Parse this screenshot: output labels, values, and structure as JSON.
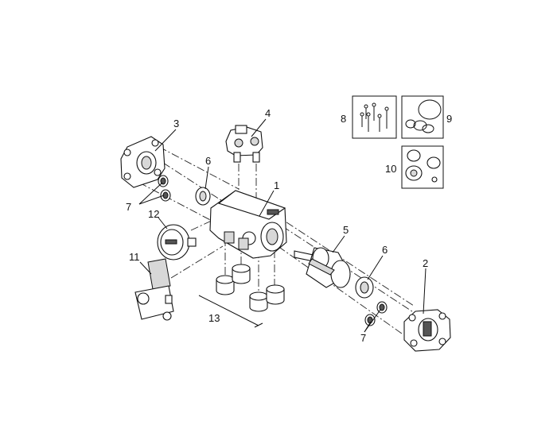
{
  "callouts": [
    "1",
    "2",
    "3",
    "4",
    "5",
    "6",
    "6",
    "7",
    "7",
    "8",
    "9",
    "10",
    "11",
    "12",
    "13"
  ],
  "kit_boxes": [
    {
      "label": "8"
    },
    {
      "label": "9"
    },
    {
      "label": "10"
    }
  ]
}
